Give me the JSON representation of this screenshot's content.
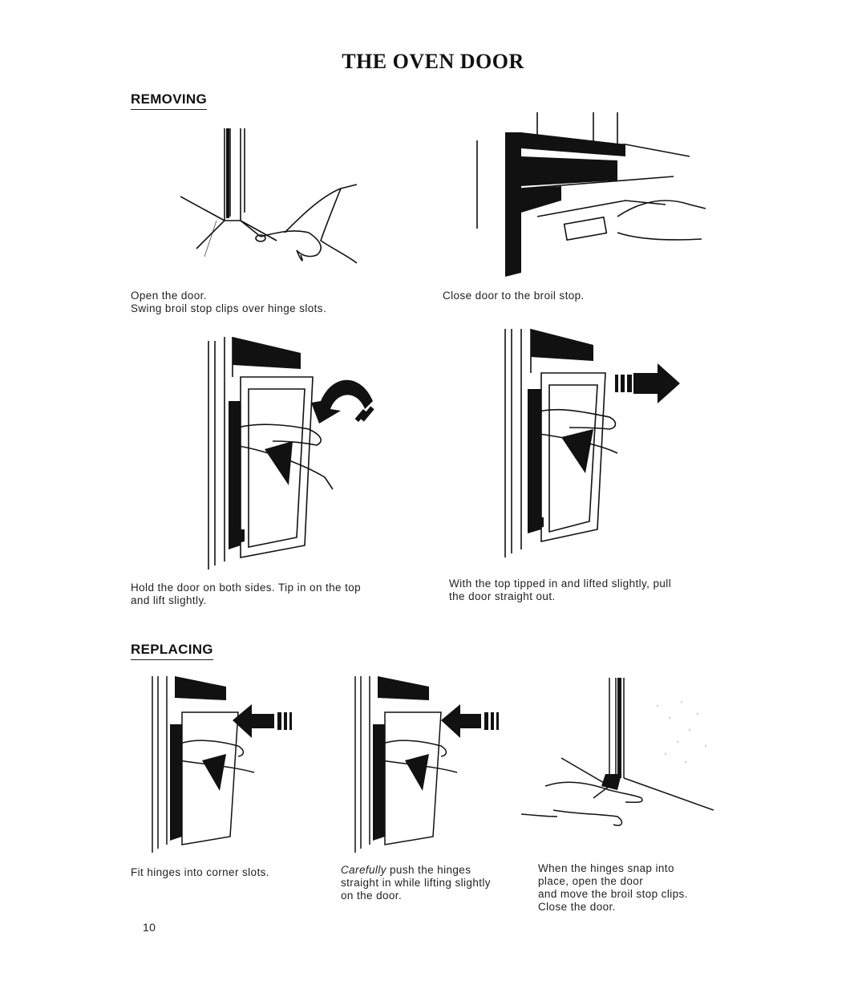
{
  "page": {
    "title": "THE OVEN DOOR",
    "page_number": "10"
  },
  "removing": {
    "heading": "REMOVING",
    "steps": [
      {
        "lines": [
          "Open the door.",
          "Swing broil stop clips over hinge slots."
        ]
      },
      {
        "lines": [
          "Close door to the broil stop."
        ]
      },
      {
        "lines": [
          "Hold the door on both sides. Tip in on the top",
          "and lift slightly."
        ]
      },
      {
        "lines": [
          "With the top tipped in and lifted slightly, pull",
          "the door straight out."
        ]
      }
    ]
  },
  "replacing": {
    "heading": "REPLACING",
    "steps": [
      {
        "lines": [
          "Fit hinges into corner slots."
        ]
      },
      {
        "emph": "Carefully",
        "lines": [
          " push the hinges",
          "straight in while lifting slightly",
          "on the door."
        ]
      },
      {
        "lines": [
          "When the hinges snap into",
          "place, open the door",
          "and move the broil stop clips.",
          "Close the door."
        ]
      }
    ]
  },
  "colors": {
    "ink": "#111111",
    "paper": "#ffffff"
  }
}
